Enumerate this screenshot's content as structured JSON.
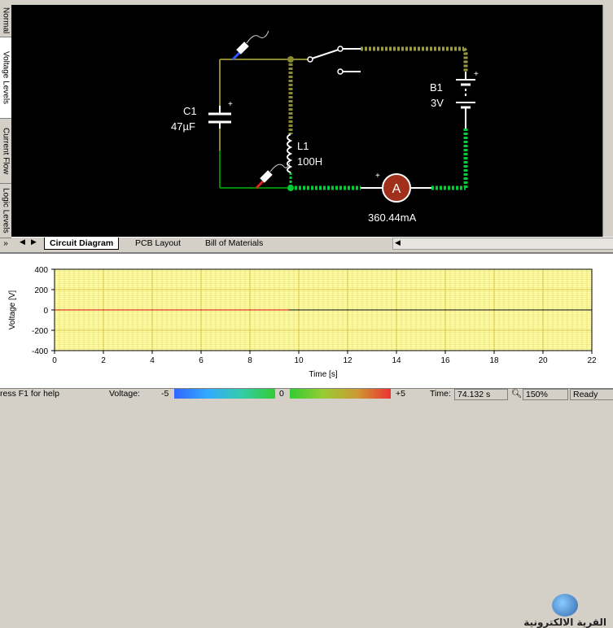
{
  "side_tabs": [
    "Normal",
    "Voltage Levels",
    "Current Flow",
    "Logic Levels"
  ],
  "sheet_tabs": [
    "Circuit Diagram",
    "PCB Layout",
    "Bill of Materials"
  ],
  "components": {
    "capacitor": {
      "name": "C1",
      "value": "47µF",
      "plus": "+"
    },
    "inductor": {
      "name": "L1",
      "value": "100H"
    },
    "battery": {
      "name": "B1",
      "value": "3V",
      "plus": "+"
    },
    "ammeter": {
      "symbol": "A",
      "reading": "360.44mA",
      "plus": "+"
    }
  },
  "graph": {
    "ylabel": "Voltage [V]",
    "xlabel": "Time [s]",
    "y_ticks": [
      "400",
      "200",
      "0",
      "-200",
      "-400"
    ],
    "x_ticks": [
      "0",
      "2",
      "4",
      "6",
      "8",
      "10",
      "12",
      "14",
      "16",
      "18",
      "20",
      "22"
    ]
  },
  "chart_data": {
    "type": "line",
    "xlabel": "Time [s]",
    "ylabel": "Voltage [V]",
    "xlim": [
      0,
      22
    ],
    "ylim": [
      -400,
      400
    ],
    "grid": true,
    "series": [
      {
        "x": [
          0,
          9.6
        ],
        "y": [
          0,
          0
        ],
        "color": "#cc0000"
      },
      {
        "x": [
          9.6,
          22
        ],
        "y": [
          0,
          0
        ],
        "color": "#000000"
      }
    ]
  },
  "status": {
    "help": "ress F1 for help",
    "voltage_label": "Voltage:",
    "v_min": "-5",
    "v_mid": "0",
    "v_max": "+5",
    "time_label": "Time:",
    "time_value": "74.132 s",
    "zoom": "150%",
    "ready": "Ready"
  },
  "watermark": "القرية الالكترونية",
  "colors": {
    "wire_live": "#00cc33",
    "wire_mid": "#8a8a30",
    "wire_top": "#9a9a40",
    "canvas": "#000000",
    "grid_bg": "#ffffa8",
    "grid_line": "#e8d870"
  }
}
